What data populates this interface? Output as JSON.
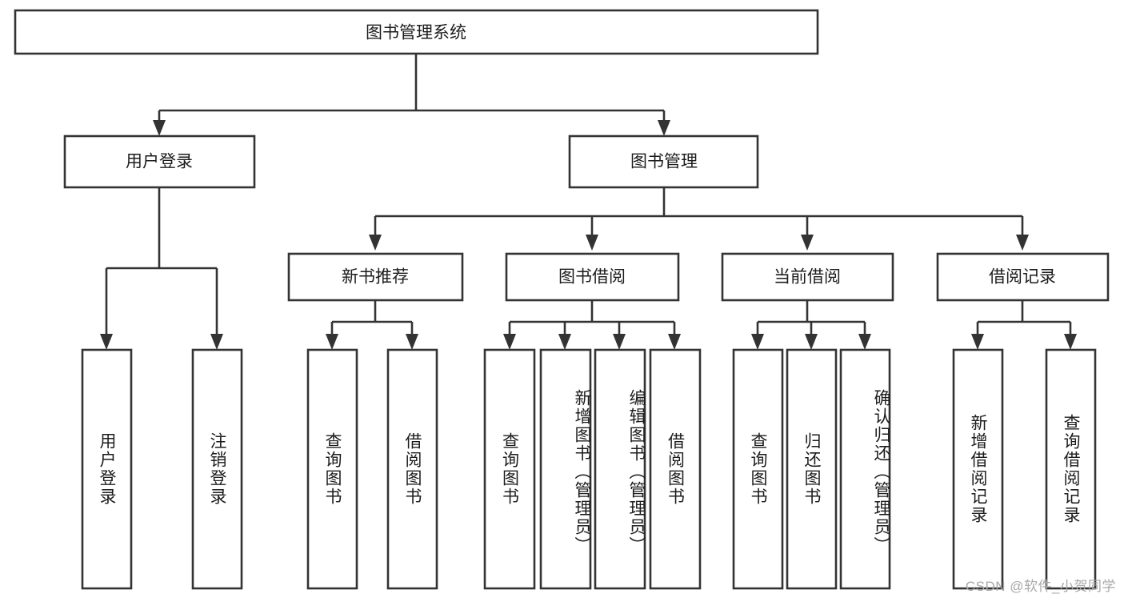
{
  "diagram": {
    "type": "tree",
    "title_node": {
      "label": "图书管理系统"
    },
    "level2": [
      {
        "label": "用户登录"
      },
      {
        "label": "图书管理"
      }
    ],
    "level3": [
      {
        "label": "新书推荐"
      },
      {
        "label": "图书借阅"
      },
      {
        "label": "当前借阅"
      },
      {
        "label": "借阅记录"
      }
    ],
    "leaves": {
      "user_login": [
        {
          "label": "用户登录"
        },
        {
          "label": "注销登录"
        }
      ],
      "new_book_recommend": [
        {
          "label": "查询图书"
        },
        {
          "label": "借阅图书"
        }
      ],
      "book_borrow": [
        {
          "label": "查询图书"
        },
        {
          "label": "新增图书（管理员）"
        },
        {
          "label": "编辑图书（管理员）"
        },
        {
          "label": "借阅图书"
        }
      ],
      "current_borrow": [
        {
          "label": "查询图书"
        },
        {
          "label": "归还图书"
        },
        {
          "label": "确认归还（管理员）"
        }
      ],
      "borrow_record": [
        {
          "label": "新增借阅记录"
        },
        {
          "label": "查询借阅记录"
        }
      ]
    }
  },
  "watermark": {
    "text": "CSDN @软件_小贺同学"
  },
  "colors": {
    "stroke": "#333333",
    "background": "#ffffff",
    "text": "#1c1c1c",
    "watermark": "#a8a8a8"
  }
}
